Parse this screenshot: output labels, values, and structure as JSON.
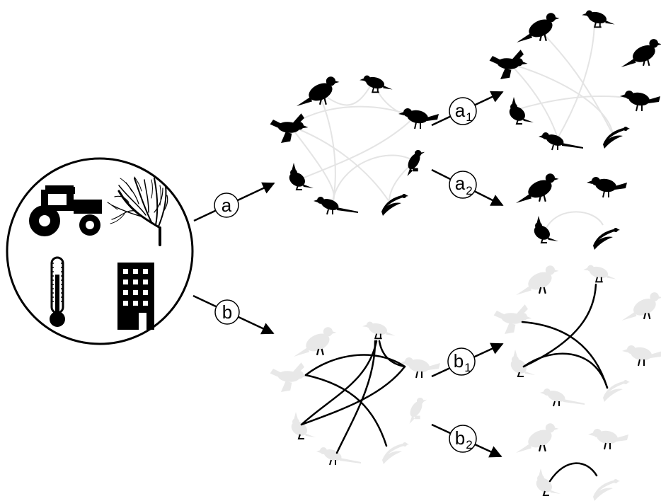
{
  "labels": {
    "a": "a",
    "b": "b",
    "a1": {
      "base": "a",
      "sub": "1"
    },
    "a2": {
      "base": "a",
      "sub": "2"
    },
    "b1": {
      "base": "b",
      "sub": "1"
    },
    "b2": {
      "base": "b",
      "sub": "2"
    }
  },
  "icons": {
    "drivers": [
      "tractor-icon",
      "tree-icon",
      "thermometer-icon",
      "building-icon"
    ],
    "species": [
      "pigeon-icon",
      "sparrow-icon",
      "robin-icon",
      "finch-icon",
      "cardinal-icon",
      "magpie-icon",
      "swallow-icon",
      "flying-bird-icon",
      "starling-icon"
    ]
  },
  "colors": {
    "ink": "#000000",
    "faded_bird": "#e8e8e8",
    "faded_link": "#e3e3e3",
    "background": "#ffffff"
  }
}
